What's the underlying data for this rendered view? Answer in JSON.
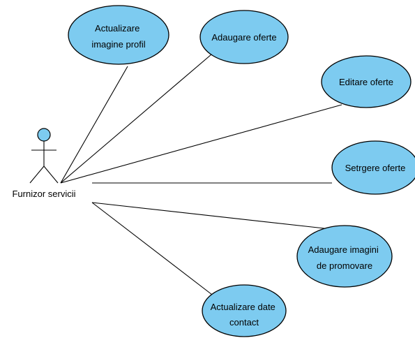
{
  "diagram": {
    "type": "use-case",
    "colors": {
      "usecase_fill": "#7dcbf0",
      "stroke": "#000000",
      "background": "#ffffff"
    },
    "actor": {
      "label": "Furnizor servicii",
      "icon": "stick-figure-icon"
    },
    "use_cases": [
      {
        "id": "uc1",
        "lines": [
          "Actualizare",
          "imagine profil"
        ]
      },
      {
        "id": "uc2",
        "lines": [
          "Adaugare oferte"
        ]
      },
      {
        "id": "uc3",
        "lines": [
          "Editare oferte"
        ]
      },
      {
        "id": "uc4",
        "lines": [
          "Setrgere oferte"
        ]
      },
      {
        "id": "uc5",
        "lines": [
          "Adaugare imagini",
          "de promovare"
        ]
      },
      {
        "id": "uc6",
        "lines": [
          "Actualizare date",
          "contact"
        ]
      }
    ]
  }
}
